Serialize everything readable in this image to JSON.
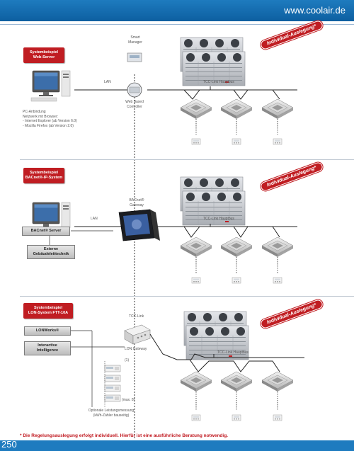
{
  "header": {
    "url": "www.coolair.de"
  },
  "footer": {
    "page_number": "250",
    "footnote": "* Die Regelungsauslegung erfolgt individuell. Hierfür ist eine ausführliche Beratung notwendig."
  },
  "badge_text": "Individual-Auslegung*",
  "sections": {
    "web": {
      "title_line1": "Systembeispiel",
      "title_line2": "Web-Server",
      "smart_manager": "Smart Manager",
      "lan": "LAN",
      "bus": "TCC-Link Hauptbus",
      "controller": "Web Based Controller",
      "pc_line1": "PC-Anbindung",
      "pc_line2": "Netzwerk mit Browser:",
      "pc_line3": "- Internet Explorer (ab Version 6.0)",
      "pc_line4": "- Mozilla Firefox (ab Version 2.0)"
    },
    "bacnet": {
      "title_line1": "Systembeispiel",
      "title_line2": "BACnet®-IP-System",
      "gateway_line1": "BACnet®",
      "gateway_line2": "Gateway",
      "lan": "LAN",
      "bus": "TCC-Link Hauptbus",
      "server_label": "BACnet® Server",
      "external_line1": "Externe",
      "external_line2": "Gebäudeleittechnik"
    },
    "lon": {
      "title_line1": "Systembeispiel",
      "title_line2": "LON-System FTT-10A",
      "tcc_link": "TCC-Link",
      "lon_gateway": "LON Gateway",
      "bus": "TCC-Link Hauptbus",
      "lonworks": "LONWorks®",
      "interactive_line1": "Interactive",
      "interactive_line2": "Intelligence",
      "meter_first": "(1)",
      "meter_max": "(max. 8)",
      "meter_line1": "Optionale Leistungsmessung",
      "meter_line2": "(kWh-Zähler bauseitig)"
    }
  },
  "colors": {
    "header_blue": "#1e7bbf",
    "label_red": "#c01d22",
    "line_dark": "#222222",
    "unit_grey": "#c9ccd0"
  }
}
